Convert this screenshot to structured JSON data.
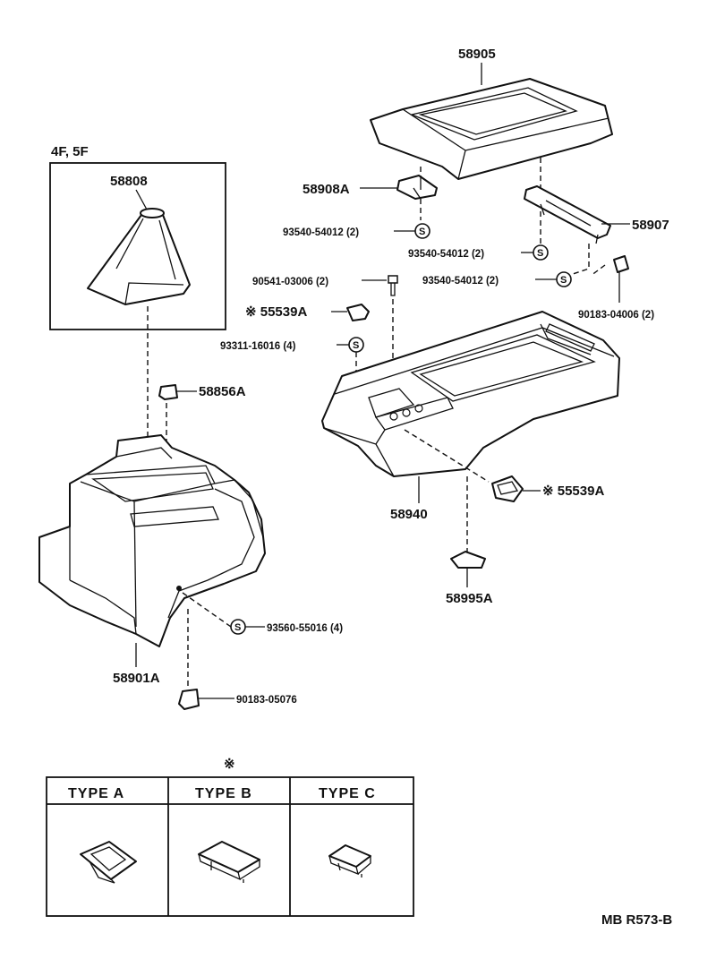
{
  "variant_label": "4F, 5F",
  "parts": {
    "p58905": "58905",
    "p58808": "58808",
    "p58908A": "58908A",
    "p58907": "58907",
    "p93540_a": "93540-54012 (2)",
    "p93540_b": "93540-54012 (2)",
    "p93540_c": "93540-54012 (2)",
    "p90541": "90541-03006 (2)",
    "p90183_04006": "90183-04006 (2)",
    "p55539A_top": "※ 55539A",
    "p93311": "93311-16016 (4)",
    "p58856A": "58856A",
    "p58940": "58940",
    "p55539A_right": "※ 55539A",
    "p58995A": "58995A",
    "p93560": "93560-55016 (4)",
    "p58901A": "58901A",
    "p90183_05076": "90183-05076"
  },
  "screw_symbol": "S",
  "type_table": {
    "marker": "※",
    "headers": [
      "TYPE A",
      "TYPE B",
      "TYPE C"
    ]
  },
  "ref_code": "MB R573-B"
}
